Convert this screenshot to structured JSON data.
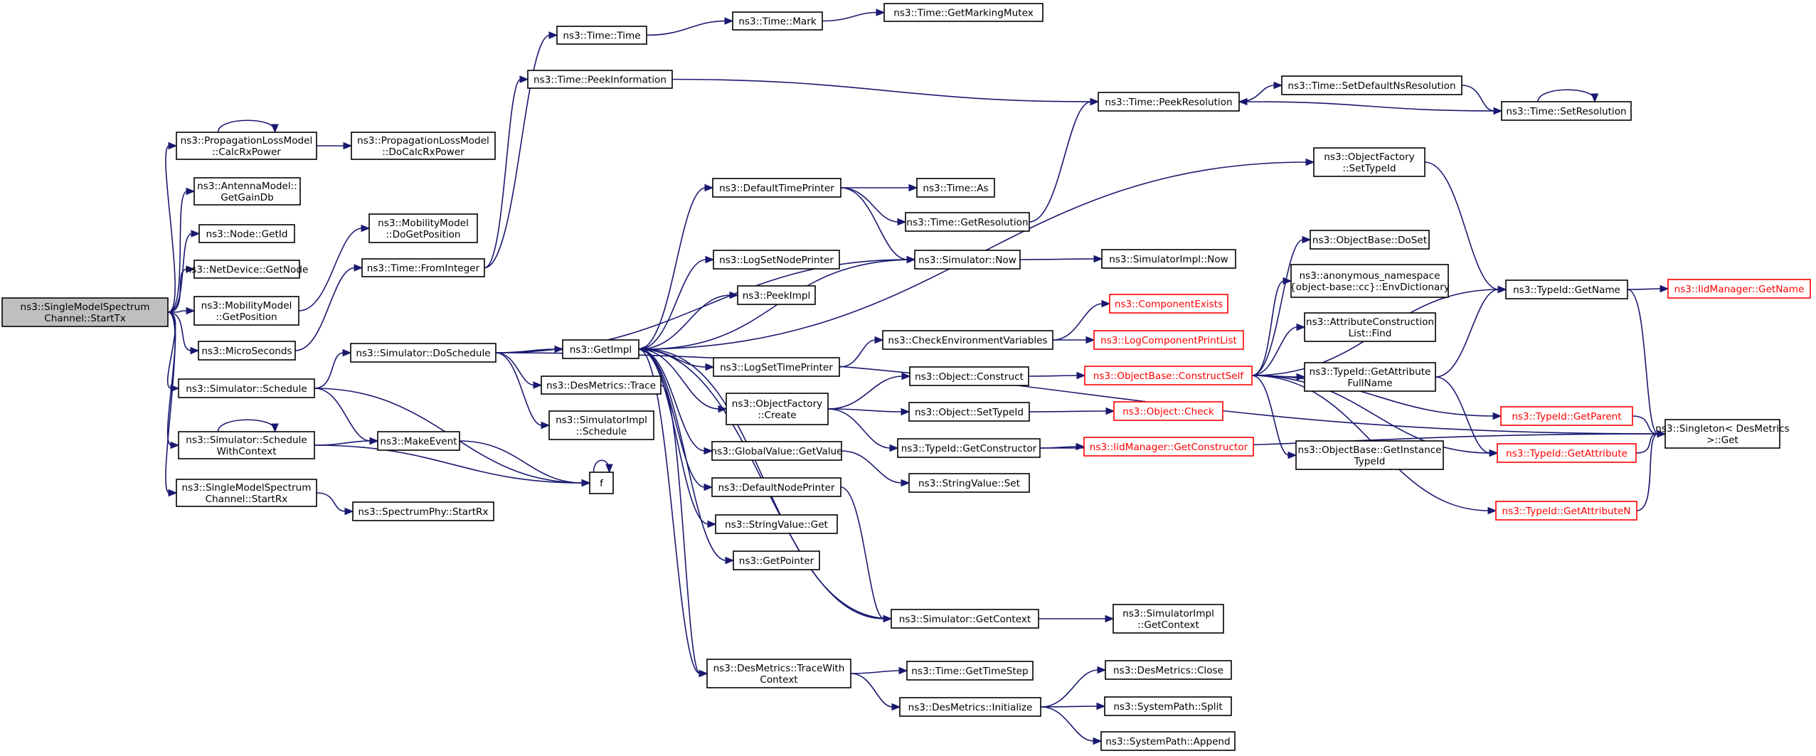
{
  "nodes": {
    "startTx": {
      "lines": [
        "ns3::SingleModelSpectrum",
        "Channel::StartTx"
      ],
      "root": true
    },
    "calcRx": {
      "lines": [
        "ns3::PropagationLossModel",
        "::CalcRxPower"
      ]
    },
    "doCalcRx": {
      "lines": [
        "ns3::PropagationLossModel",
        "::DoCalcRxPower"
      ]
    },
    "gainDb": {
      "lines": [
        "ns3::AntennaModel::",
        "GetGainDb"
      ]
    },
    "nodeGetId": {
      "lines": [
        "ns3::Node::GetId"
      ]
    },
    "netGetNode": {
      "lines": [
        "ns3::NetDevice::GetNode"
      ]
    },
    "mobGetPos": {
      "lines": [
        "ns3::MobilityModel",
        "::GetPosition"
      ]
    },
    "mobDoGetPos": {
      "lines": [
        "ns3::MobilityModel",
        "::DoGetPosition"
      ]
    },
    "microSec": {
      "lines": [
        "ns3::MicroSeconds"
      ]
    },
    "simSchedule": {
      "lines": [
        "ns3::Simulator::Schedule"
      ]
    },
    "simSchedCtx": {
      "lines": [
        "ns3::Simulator::Schedule",
        "WithContext"
      ]
    },
    "startRx": {
      "lines": [
        "ns3::SingleModelSpectrum",
        "Channel::StartRx"
      ]
    },
    "phyStartRx": {
      "lines": [
        "ns3::SpectrumPhy::StartRx"
      ]
    },
    "timeTime": {
      "lines": [
        "ns3::Time::Time"
      ]
    },
    "timeMark": {
      "lines": [
        "ns3::Time::Mark"
      ]
    },
    "markMutex": {
      "lines": [
        "ns3::Time::GetMarkingMutex"
      ]
    },
    "peekInfo": {
      "lines": [
        "ns3::Time::PeekInformation"
      ]
    },
    "fromInt": {
      "lines": [
        "ns3::Time::FromInteger"
      ]
    },
    "doSchedule": {
      "lines": [
        "ns3::Simulator::DoSchedule"
      ]
    },
    "makeEvent": {
      "lines": [
        "ns3::MakeEvent"
      ]
    },
    "f": {
      "lines": [
        "f"
      ]
    },
    "getImpl": {
      "lines": [
        "ns3::GetImpl"
      ]
    },
    "desTrace": {
      "lines": [
        "ns3::DesMetrics::Trace"
      ]
    },
    "implSchedule": {
      "lines": [
        "ns3::SimulatorImpl",
        "::Schedule"
      ]
    },
    "defTimePrinter": {
      "lines": [
        "ns3::DefaultTimePrinter"
      ]
    },
    "logSetNodePrinter": {
      "lines": [
        "ns3::LogSetNodePrinter"
      ]
    },
    "peekImpl": {
      "lines": [
        "ns3::PeekImpl"
      ]
    },
    "logSetTimePrinter": {
      "lines": [
        "ns3::LogSetTimePrinter"
      ]
    },
    "objFactCreate": {
      "lines": [
        "ns3::ObjectFactory",
        "::Create"
      ]
    },
    "gvGetValue": {
      "lines": [
        "ns3::GlobalValue::GetValue"
      ]
    },
    "defNodePrinter": {
      "lines": [
        "ns3::DefaultNodePrinter"
      ]
    },
    "svGet": {
      "lines": [
        "ns3::StringValue::Get"
      ]
    },
    "getPointer": {
      "lines": [
        "ns3::GetPointer"
      ]
    },
    "traceWithCtx": {
      "lines": [
        "ns3::DesMetrics::TraceWith",
        "Context"
      ]
    },
    "timeAs": {
      "lines": [
        "ns3::Time::As"
      ]
    },
    "getRes": {
      "lines": [
        "ns3::Time::GetResolution"
      ]
    },
    "simNow": {
      "lines": [
        "ns3::Simulator::Now"
      ]
    },
    "checkEnv": {
      "lines": [
        "ns3::CheckEnvironmentVariables"
      ]
    },
    "objConstruct": {
      "lines": [
        "ns3::Object::Construct"
      ]
    },
    "objSetTypeId": {
      "lines": [
        "ns3::Object::SetTypeId"
      ]
    },
    "tidGetCtor": {
      "lines": [
        "ns3::TypeId::GetConstructor"
      ]
    },
    "svSet": {
      "lines": [
        "ns3::StringValue::Set"
      ]
    },
    "simGetCtx": {
      "lines": [
        "ns3::Simulator::GetContext"
      ]
    },
    "timeStep": {
      "lines": [
        "ns3::Time::GetTimeStep"
      ]
    },
    "desInit": {
      "lines": [
        "ns3::DesMetrics::Initialize"
      ]
    },
    "peekRes": {
      "lines": [
        "ns3::Time::PeekResolution"
      ]
    },
    "setDefNs": {
      "lines": [
        "ns3::Time::SetDefaultNsResolution"
      ]
    },
    "setRes": {
      "lines": [
        "ns3::Time::SetResolution"
      ]
    },
    "ofSetTypeId": {
      "lines": [
        "ns3::ObjectFactory",
        "::SetTypeId"
      ]
    },
    "implNow": {
      "lines": [
        "ns3::SimulatorImpl::Now"
      ]
    },
    "compExists": {
      "lines": [
        "ns3::ComponentExists"
      ],
      "truncated": true
    },
    "logCompPrint": {
      "lines": [
        "ns3::LogComponentPrintList"
      ],
      "truncated": true
    },
    "constructSelf": {
      "lines": [
        "ns3::ObjectBase::ConstructSelf"
      ],
      "truncated": true
    },
    "objCheck": {
      "lines": [
        "ns3::Object::Check"
      ],
      "truncated": true
    },
    "iidGetCtor": {
      "lines": [
        "ns3::IidManager::GetConstructor"
      ],
      "truncated": true
    },
    "implGetCtx": {
      "lines": [
        "ns3::SimulatorImpl",
        "::GetContext"
      ]
    },
    "desClose": {
      "lines": [
        "ns3::DesMetrics::Close"
      ]
    },
    "spSplit": {
      "lines": [
        "ns3::SystemPath::Split"
      ]
    },
    "spAppend": {
      "lines": [
        "ns3::SystemPath::Append"
      ]
    },
    "obDoSet": {
      "lines": [
        "ns3::ObjectBase::DoSet"
      ]
    },
    "envDict": {
      "lines": [
        "ns3::anonymous_namespace",
        "{object-base::cc}::EnvDictionary"
      ]
    },
    "attrFind": {
      "lines": [
        "ns3::AttributeConstruction",
        "List::Find"
      ]
    },
    "tidGetAttrFull": {
      "lines": [
        "ns3::TypeId::GetAttribute",
        "FullName"
      ]
    },
    "obGetInstTid": {
      "lines": [
        "ns3::ObjectBase::GetInstance",
        "TypeId"
      ]
    },
    "tidGetName": {
      "lines": [
        "ns3::TypeId::GetName"
      ]
    },
    "iidGetName": {
      "lines": [
        "ns3::IidManager::GetName"
      ],
      "truncated": true
    },
    "tidGetParent": {
      "lines": [
        "ns3::TypeId::GetParent"
      ],
      "truncated": true
    },
    "tidGetAttr": {
      "lines": [
        "ns3::TypeId::GetAttribute"
      ],
      "truncated": true
    },
    "tidGetAttrN": {
      "lines": [
        "ns3::TypeId::GetAttributeN"
      ],
      "truncated": true
    },
    "singletonGet": {
      "lines": [
        "ns3::Singleton< DesMetrics",
        " >::Get"
      ]
    }
  },
  "edges": [
    [
      "startTx",
      "calcRx"
    ],
    [
      "startTx",
      "gainDb"
    ],
    [
      "startTx",
      "nodeGetId"
    ],
    [
      "startTx",
      "netGetNode"
    ],
    [
      "startTx",
      "mobGetPos"
    ],
    [
      "startTx",
      "microSec"
    ],
    [
      "startTx",
      "simSchedule"
    ],
    [
      "startTx",
      "simSchedCtx"
    ],
    [
      "startTx",
      "startRx"
    ],
    [
      "calcRx",
      "calcRx"
    ],
    [
      "calcRx",
      "doCalcRx"
    ],
    [
      "mobGetPos",
      "mobDoGetPos"
    ],
    [
      "microSec",
      "fromInt"
    ],
    [
      "simSchedule",
      "doSchedule"
    ],
    [
      "simSchedule",
      "makeEvent"
    ],
    [
      "simSchedule",
      "f"
    ],
    [
      "simSchedCtx",
      "simSchedCtx"
    ],
    [
      "simSchedCtx",
      "makeEvent"
    ],
    [
      "simSchedCtx",
      "f"
    ],
    [
      "startRx",
      "phyStartRx"
    ],
    [
      "fromInt",
      "timeTime"
    ],
    [
      "fromInt",
      "peekInfo"
    ],
    [
      "timeTime",
      "timeMark"
    ],
    [
      "timeMark",
      "markMutex"
    ],
    [
      "peekInfo",
      "peekRes"
    ],
    [
      "makeEvent",
      "f"
    ],
    [
      "f",
      "f"
    ],
    [
      "doSchedule",
      "getImpl"
    ],
    [
      "doSchedule",
      "desTrace"
    ],
    [
      "doSchedule",
      "implSchedule"
    ],
    [
      "doSchedule",
      "simNow"
    ],
    [
      "doSchedule",
      "singletonGet"
    ],
    [
      "desTrace",
      "traceWithCtx"
    ],
    [
      "getImpl",
      "defTimePrinter"
    ],
    [
      "getImpl",
      "logSetNodePrinter"
    ],
    [
      "getImpl",
      "peekImpl"
    ],
    [
      "getImpl",
      "logSetTimePrinter"
    ],
    [
      "getImpl",
      "objFactCreate"
    ],
    [
      "getImpl",
      "gvGetValue"
    ],
    [
      "getImpl",
      "defNodePrinter"
    ],
    [
      "getImpl",
      "svGet"
    ],
    [
      "getImpl",
      "getPointer"
    ],
    [
      "getImpl",
      "simGetCtx"
    ],
    [
      "getImpl",
      "traceWithCtx"
    ],
    [
      "getImpl",
      "ofSetTypeId"
    ],
    [
      "defTimePrinter",
      "timeAs"
    ],
    [
      "defTimePrinter",
      "getRes"
    ],
    [
      "defTimePrinter",
      "simNow"
    ],
    [
      "getRes",
      "peekRes"
    ],
    [
      "simNow",
      "implNow"
    ],
    [
      "simNow",
      "getImpl"
    ],
    [
      "logSetTimePrinter",
      "checkEnv"
    ],
    [
      "checkEnv",
      "compExists"
    ],
    [
      "checkEnv",
      "logCompPrint"
    ],
    [
      "objFactCreate",
      "objConstruct"
    ],
    [
      "objFactCreate",
      "objSetTypeId"
    ],
    [
      "objFactCreate",
      "tidGetCtor"
    ],
    [
      "gvGetValue",
      "svSet"
    ],
    [
      "defNodePrinter",
      "simGetCtx"
    ],
    [
      "simGetCtx",
      "implGetCtx"
    ],
    [
      "simGetCtx",
      "getImpl"
    ],
    [
      "traceWithCtx",
      "timeStep"
    ],
    [
      "traceWithCtx",
      "desInit"
    ],
    [
      "desInit",
      "desClose"
    ],
    [
      "desInit",
      "spSplit"
    ],
    [
      "desInit",
      "spAppend"
    ],
    [
      "objConstruct",
      "constructSelf"
    ],
    [
      "objSetTypeId",
      "objCheck"
    ],
    [
      "tidGetCtor",
      "iidGetCtor"
    ],
    [
      "tidGetCtor",
      "singletonGet"
    ],
    [
      "peekRes",
      "setDefNs"
    ],
    [
      "setDefNs",
      "setRes"
    ],
    [
      "setRes",
      "setRes"
    ],
    [
      "setRes",
      "peekRes"
    ],
    [
      "ofSetTypeId",
      "tidGetName"
    ],
    [
      "constructSelf",
      "obDoSet"
    ],
    [
      "constructSelf",
      "envDict"
    ],
    [
      "constructSelf",
      "attrFind"
    ],
    [
      "constructSelf",
      "tidGetAttrFull"
    ],
    [
      "constructSelf",
      "obGetInstTid"
    ],
    [
      "constructSelf",
      "tidGetName"
    ],
    [
      "constructSelf",
      "tidGetParent"
    ],
    [
      "constructSelf",
      "tidGetAttr"
    ],
    [
      "constructSelf",
      "tidGetAttrN"
    ],
    [
      "tidGetAttrFull",
      "tidGetName"
    ],
    [
      "tidGetAttrFull",
      "tidGetAttr"
    ],
    [
      "tidGetName",
      "iidGetName"
    ],
    [
      "tidGetName",
      "singletonGet"
    ],
    [
      "tidGetParent",
      "singletonGet"
    ],
    [
      "tidGetAttr",
      "singletonGet"
    ],
    [
      "tidGetAttrN",
      "singletonGet"
    ]
  ]
}
